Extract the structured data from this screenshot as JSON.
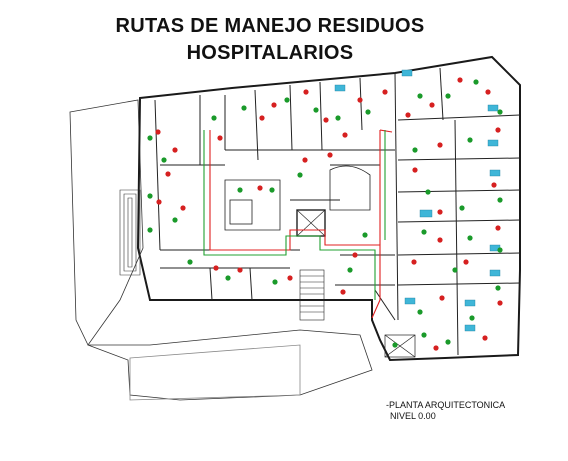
{
  "title": {
    "line1": "RUTAS DE MANEJO RESIDUOS",
    "line2": "HOSPITALARIOS"
  },
  "caption": {
    "line1": "-PLANTA ARQUITECTONICA",
    "line2": "NIVEL 0.00"
  },
  "legend_colors": {
    "red_marker": "#d62020",
    "green_marker": "#1a9a2a",
    "route_red": "#e02020",
    "route_green": "#20a030",
    "fixture_cyan": "#3fb6d8",
    "wall": "#1a1a1a"
  }
}
